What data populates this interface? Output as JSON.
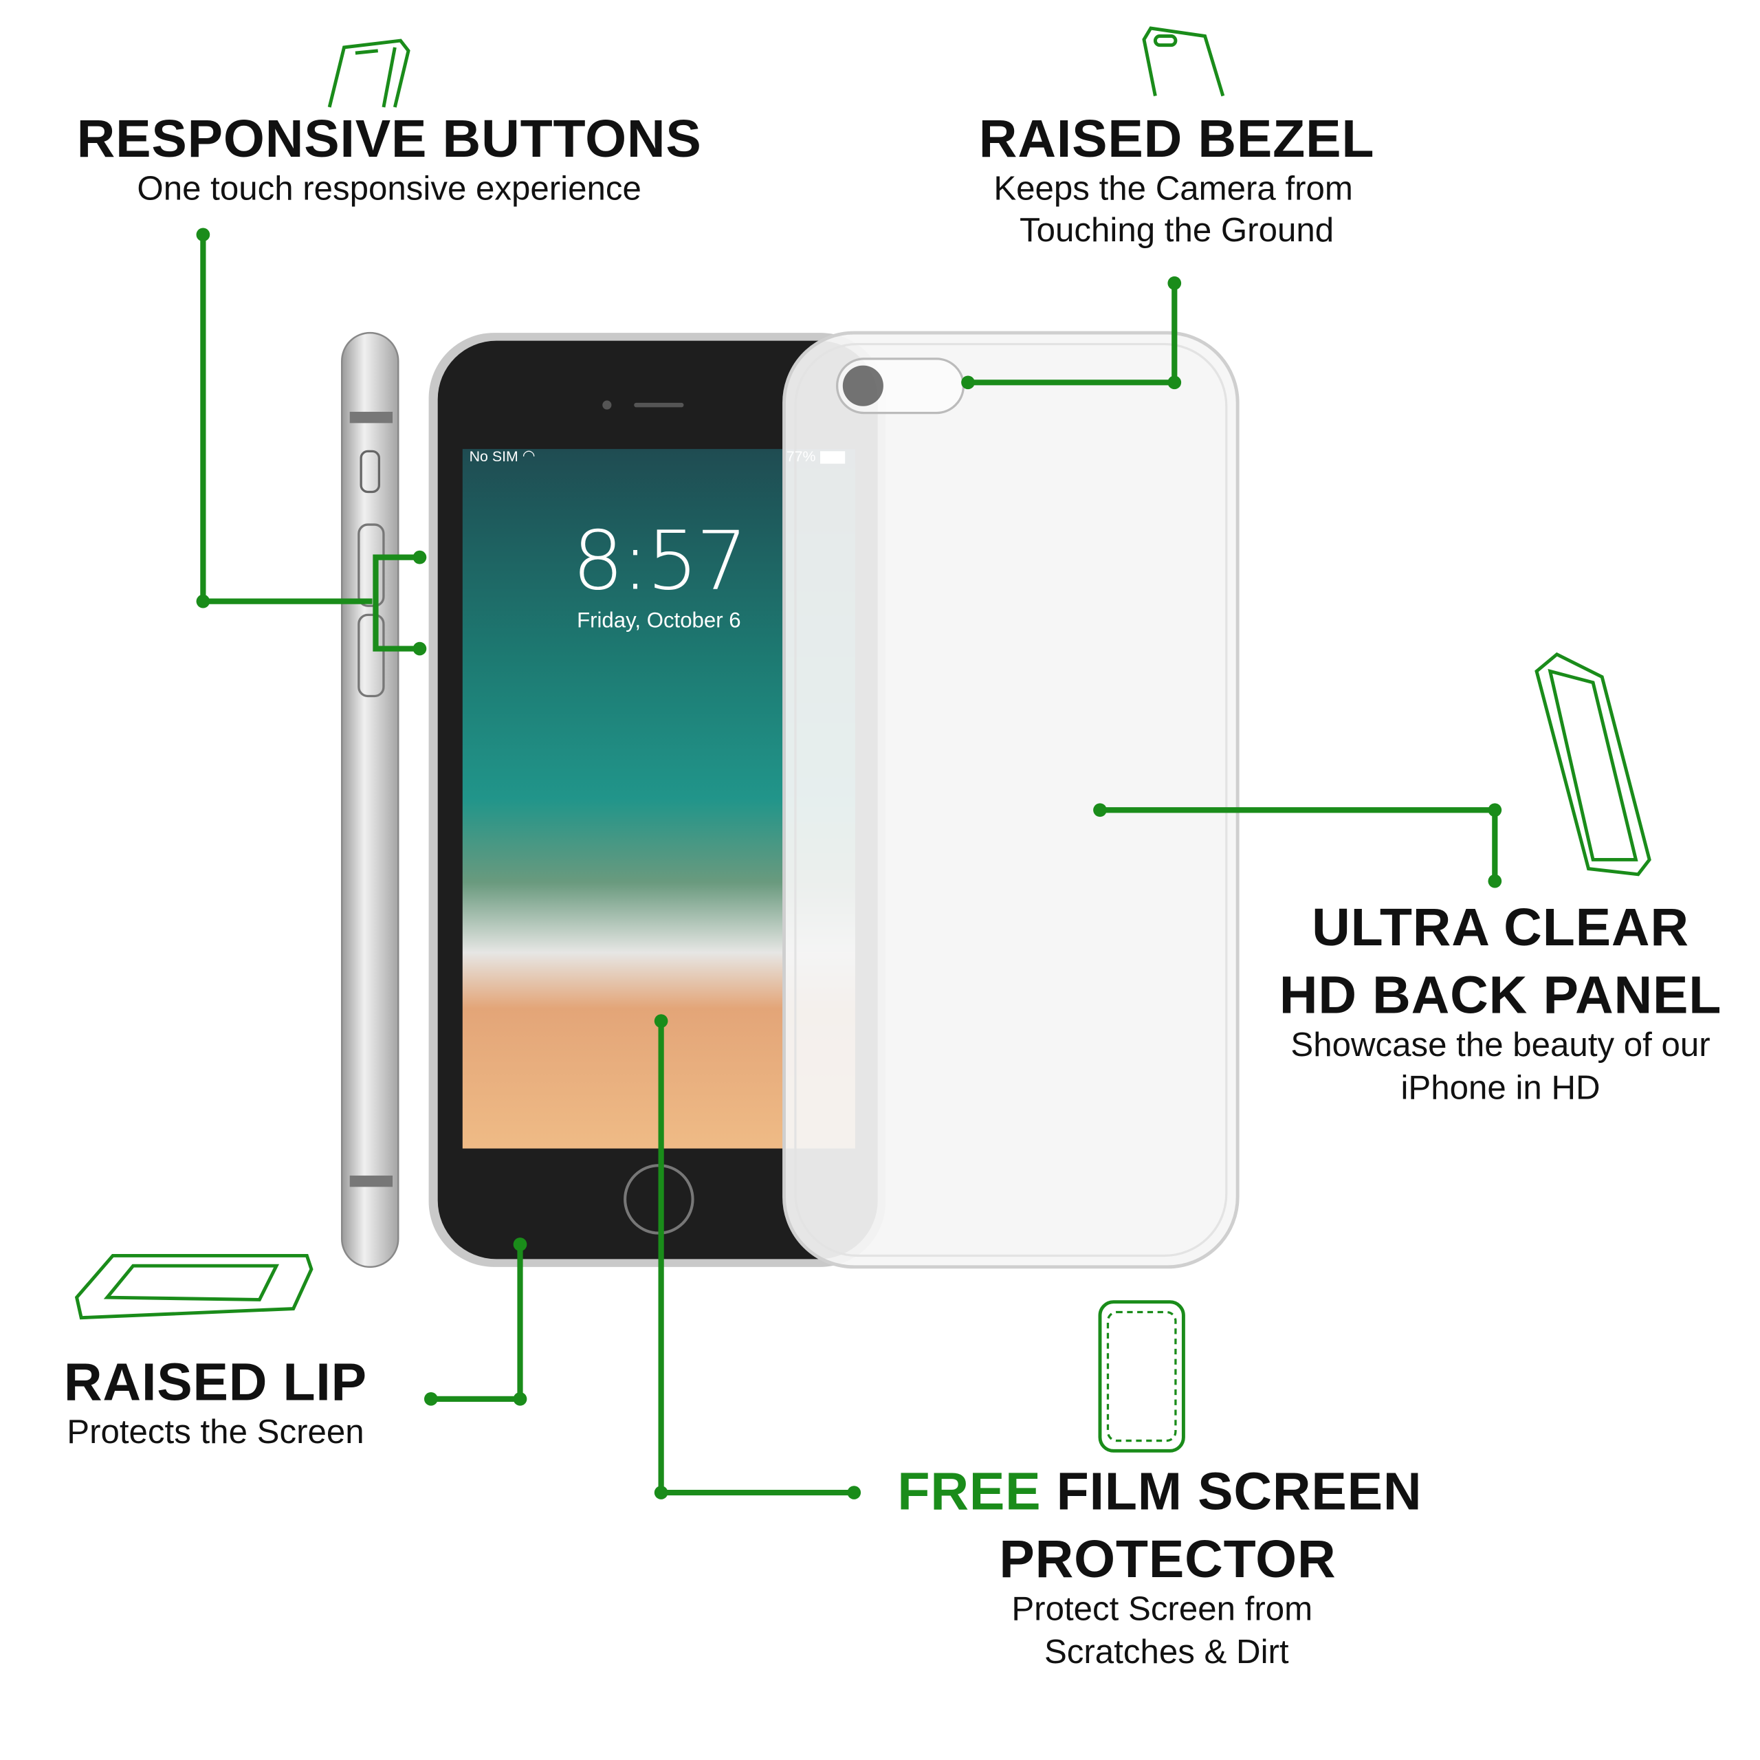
{
  "accent_color": "#1a8c1a",
  "features": {
    "responsive_buttons": {
      "title": "RESPONSIVE BUTTONS",
      "subtitle": "One touch responsive experience",
      "icon": "phone-side-icon"
    },
    "raised_bezel": {
      "title": "RAISED BEZEL",
      "subtitle_line1": "Keeps the Camera from",
      "subtitle_line2": "Touching the Ground",
      "icon": "phone-back-camera-icon"
    },
    "ultra_clear": {
      "title_line1": "ULTRA CLEAR",
      "title_line2": "HD BACK PANEL",
      "subtitle_line1": "Showcase the beauty of our",
      "subtitle_line2": "iPhone in HD",
      "icon": "phone-tilted-icon"
    },
    "raised_lip": {
      "title": "RAISED LIP",
      "subtitle": "Protects the Screen",
      "icon": "phone-flat-icon"
    },
    "film_protector": {
      "title_highlight": "FREE",
      "title_rest": " FILM SCREEN",
      "title_line2": "PROTECTOR",
      "subtitle_line1": "Protect Screen from",
      "subtitle_line2": "Scratches & Dirt",
      "icon": "screen-protector-icon"
    }
  },
  "phone_screen": {
    "carrier": "No SIM",
    "battery": "77%",
    "time": "8:57",
    "date": "Friday, October 6"
  }
}
